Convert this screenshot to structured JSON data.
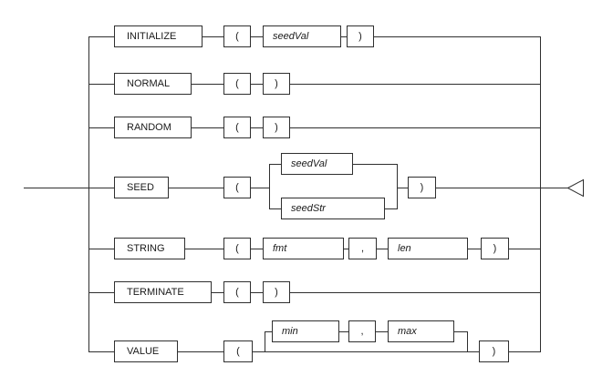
{
  "diagram": {
    "rows": [
      {
        "keyword": "INITIALIZE",
        "lparen": "(",
        "arg": "seedVal",
        "rparen": ")"
      },
      {
        "keyword": "NORMAL",
        "lparen": "(",
        "rparen": ")"
      },
      {
        "keyword": "RANDOM",
        "lparen": "(",
        "rparen": ")"
      },
      {
        "keyword": "SEED",
        "lparen": "(",
        "alt_top": "seedVal",
        "alt_bottom": "seedStr",
        "rparen": ")"
      },
      {
        "keyword": "STRING",
        "lparen": "(",
        "arg1": "fmt",
        "comma": ",",
        "arg2": "len",
        "rparen": ")"
      },
      {
        "keyword": "TERMINATE",
        "lparen": "(",
        "rparen": ")"
      },
      {
        "keyword": "VALUE",
        "lparen": "(",
        "arg1": "min",
        "comma": ",",
        "arg2": "max",
        "rparen": ")"
      }
    ]
  },
  "colors": {
    "line": "#2f2f2f",
    "box_border": "#2f2f2f",
    "text": "#1a1a1a",
    "background": "#ffffff"
  }
}
